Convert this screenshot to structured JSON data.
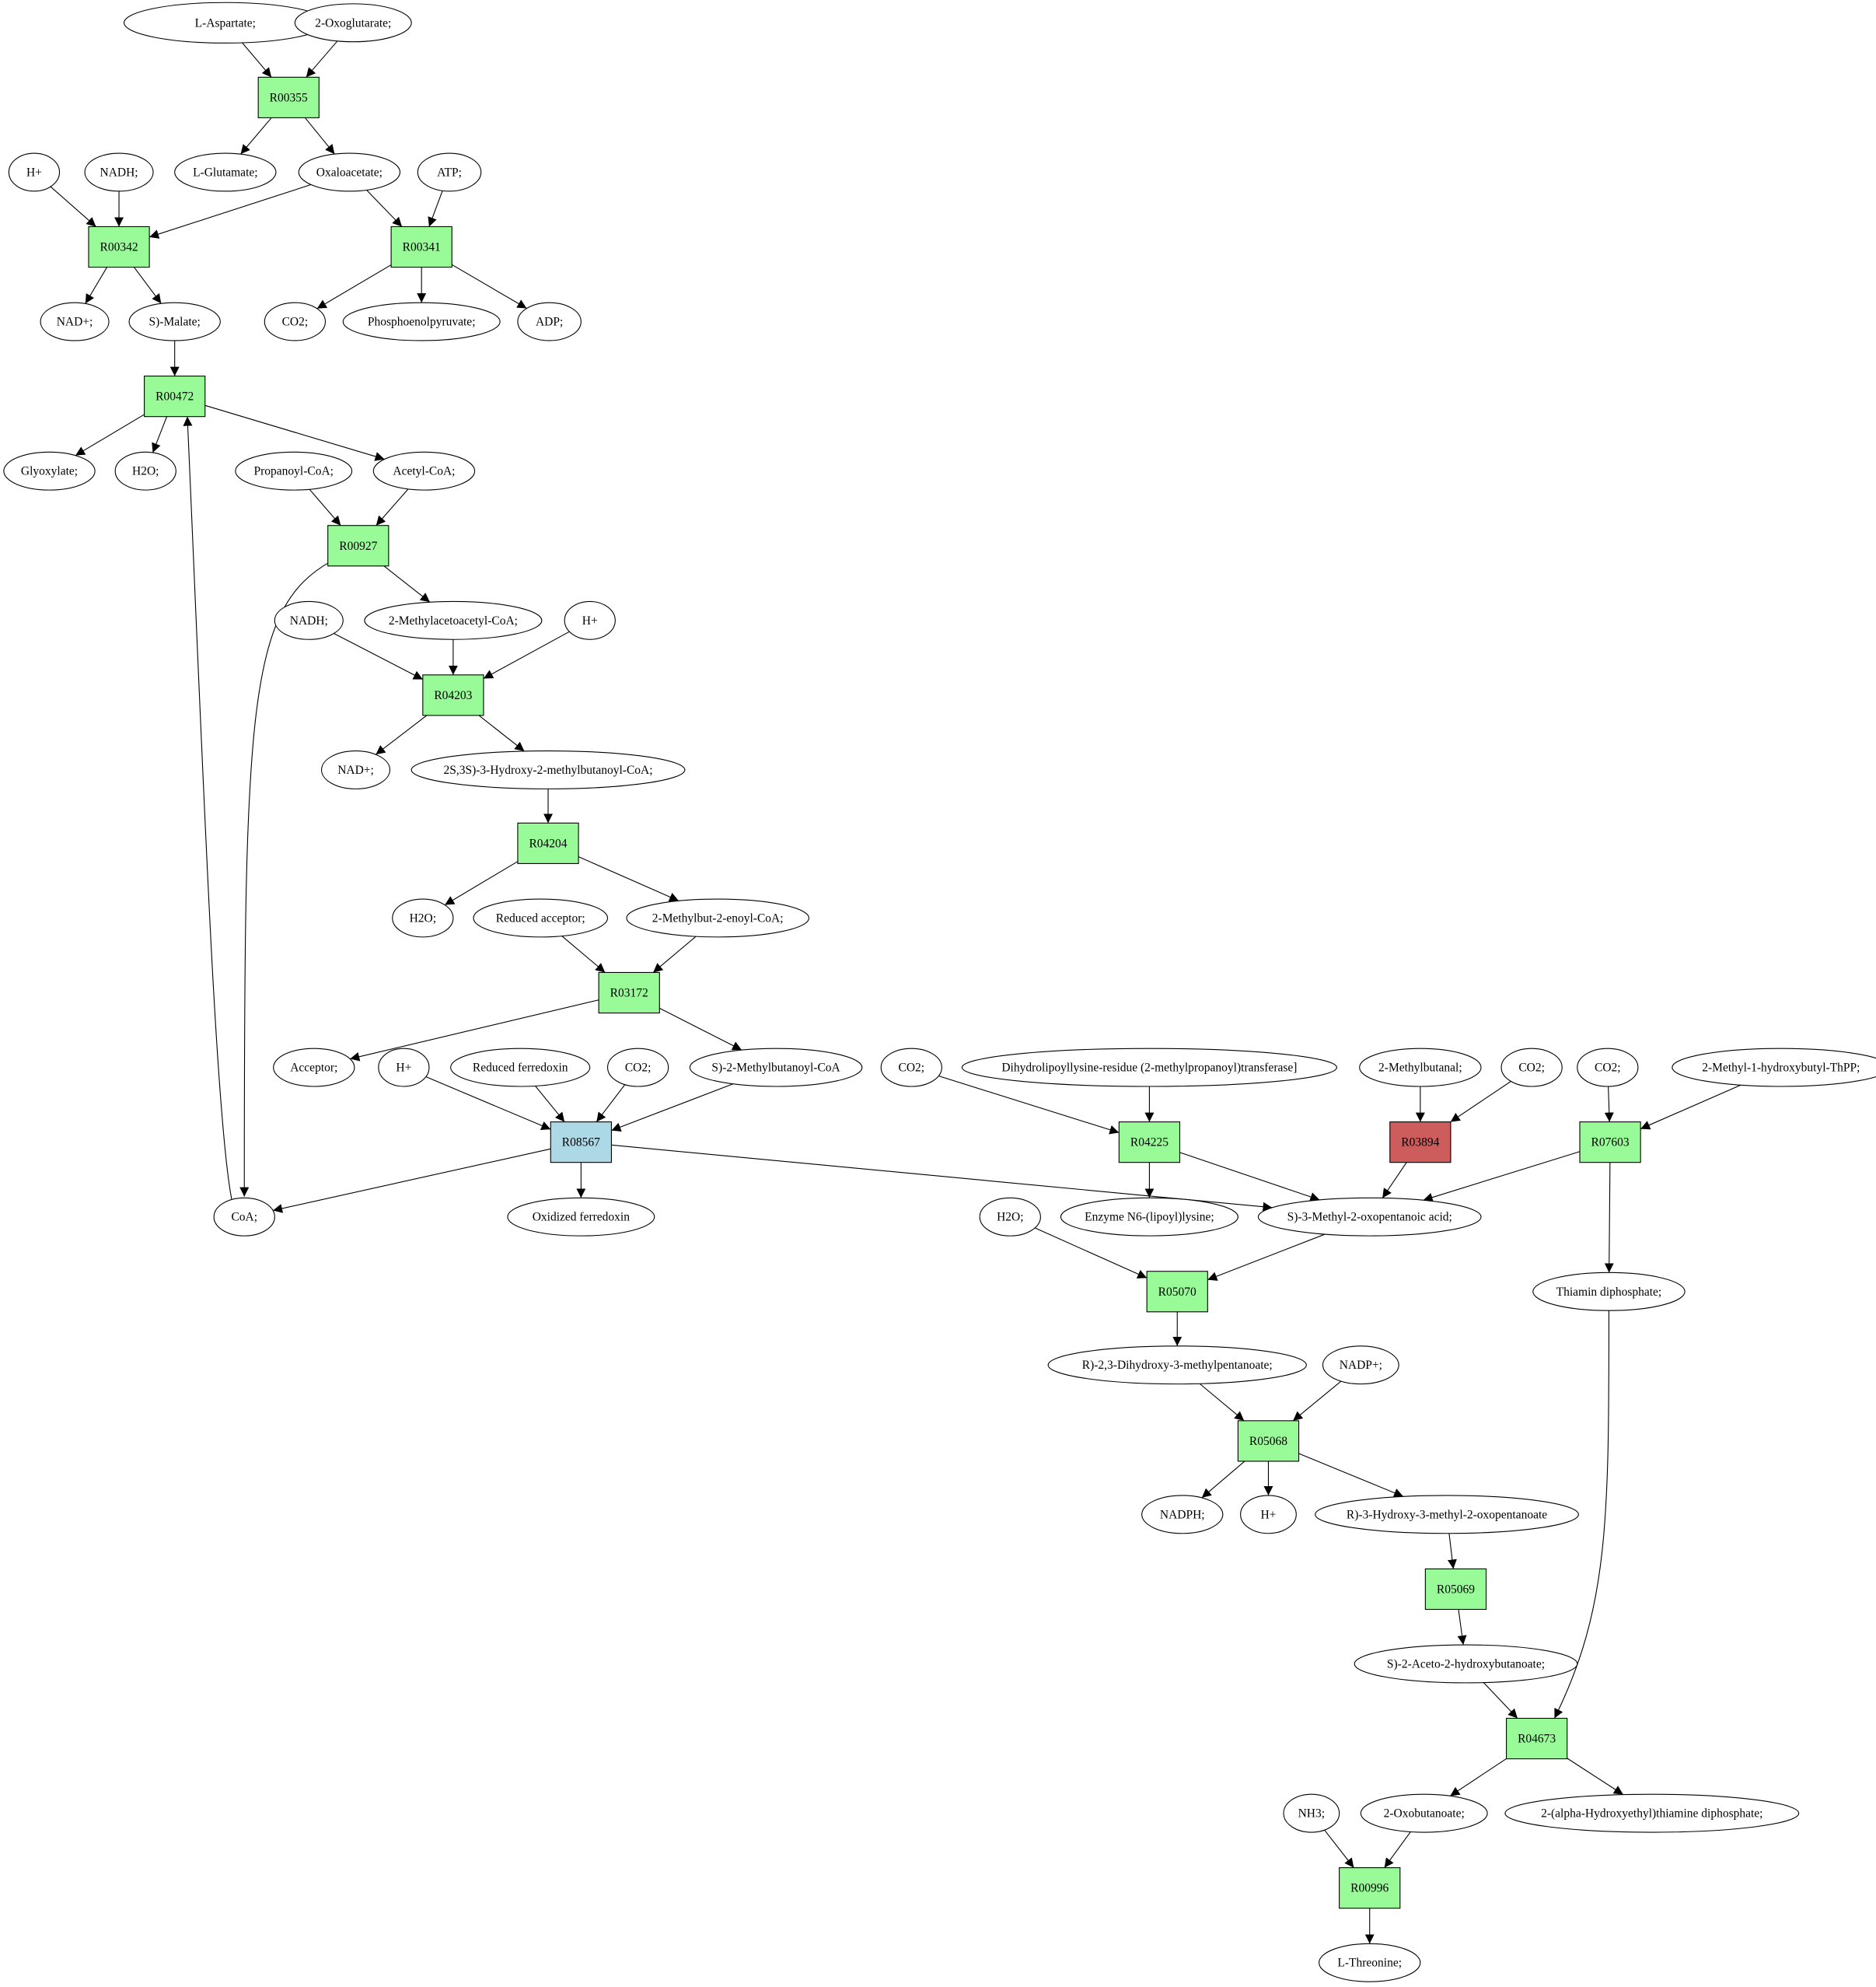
{
  "colors": {
    "reaction_default": "#98fb98",
    "reaction_blue": "#add8e6",
    "reaction_red": "#cd5c5c",
    "start_compound": "#00ff00",
    "end_compound": "#ffff00",
    "compound_default": "#ffffff"
  },
  "compounds": [
    {
      "id": "c_laspartate",
      "label": "L-Aspartate;",
      "fill": "start"
    },
    {
      "id": "c_2oxoglutarate",
      "label": "2-Oxoglutarate;"
    },
    {
      "id": "c_lglutamate",
      "label": "L-Glutamate;"
    },
    {
      "id": "c_oxaloacetate",
      "label": "Oxaloacetate;"
    },
    {
      "id": "c_h_1",
      "label": "H+"
    },
    {
      "id": "c_nadh_1",
      "label": "NADH;"
    },
    {
      "id": "c_atp",
      "label": "ATP;"
    },
    {
      "id": "c_nad_1",
      "label": "NAD+;"
    },
    {
      "id": "c_smalate",
      "label": "S)-Malate;"
    },
    {
      "id": "c_co2_1",
      "label": "CO2;"
    },
    {
      "id": "c_pep",
      "label": "Phosphoenolpyruvate;"
    },
    {
      "id": "c_adp",
      "label": "ADP;"
    },
    {
      "id": "c_glyoxylate",
      "label": "Glyoxylate;"
    },
    {
      "id": "c_h2o_1",
      "label": "H2O;"
    },
    {
      "id": "c_propanoylcoa",
      "label": "Propanoyl-CoA;"
    },
    {
      "id": "c_acetylcoa",
      "label": "Acetyl-CoA;"
    },
    {
      "id": "c_nadh_2",
      "label": "NADH;"
    },
    {
      "id": "c_2methylacetoacetylcoa",
      "label": "2-Methylacetoacetyl-CoA;"
    },
    {
      "id": "c_h_2",
      "label": "H+"
    },
    {
      "id": "c_nad_2",
      "label": "NAD+;"
    },
    {
      "id": "c_2s3s",
      "label": "2S,3S)-3-Hydroxy-2-methylbutanoyl-CoA;"
    },
    {
      "id": "c_h2o_2",
      "label": "H2O;"
    },
    {
      "id": "c_reducedacceptor",
      "label": "Reduced acceptor;"
    },
    {
      "id": "c_2methylbut2enoylcoa",
      "label": "2-Methylbut-2-enoyl-CoA;"
    },
    {
      "id": "c_acceptor",
      "label": "Acceptor;"
    },
    {
      "id": "c_h_3",
      "label": "H+"
    },
    {
      "id": "c_reducedferredoxin",
      "label": "Reduced ferredoxin"
    },
    {
      "id": "c_co2_2",
      "label": "CO2;"
    },
    {
      "id": "c_s2methylbutanoylcoa",
      "label": "S)-2-Methylbutanoyl-CoA"
    },
    {
      "id": "c_co2_3",
      "label": "CO2;"
    },
    {
      "id": "c_dihydrolipoyl",
      "label": "Dihydrolipoyllysine-residue (2-methylpropanoyl)transferase]"
    },
    {
      "id": "c_2methylbutanal",
      "label": "2-Methylbutanal;"
    },
    {
      "id": "c_co2_4",
      "label": "CO2;"
    },
    {
      "id": "c_co2_5",
      "label": "CO2;"
    },
    {
      "id": "c_2methyl1hydroxybutylthpp",
      "label": "2-Methyl-1-hydroxybutyl-ThPP;"
    },
    {
      "id": "c_coa",
      "label": "CoA;"
    },
    {
      "id": "c_oxidizedferredoxin",
      "label": "Oxidized ferredoxin"
    },
    {
      "id": "c_h2o_3",
      "label": "H2O;"
    },
    {
      "id": "c_enzymen6",
      "label": "Enzyme N6-(lipoyl)lysine;"
    },
    {
      "id": "c_s3methyl2oxo",
      "label": "S)-3-Methyl-2-oxopentanoic acid;"
    },
    {
      "id": "c_thiamindp",
      "label": "Thiamin diphosphate;"
    },
    {
      "id": "c_r23dihydroxy",
      "label": "R)-2,3-Dihydroxy-3-methylpentanoate;"
    },
    {
      "id": "c_nadp",
      "label": "NADP+;"
    },
    {
      "id": "c_nadph",
      "label": "NADPH;"
    },
    {
      "id": "c_h_4",
      "label": "H+"
    },
    {
      "id": "c_r3hydroxy",
      "label": "R)-3-Hydroxy-3-methyl-2-oxopentanoate"
    },
    {
      "id": "c_s2aceto",
      "label": "S)-2-Aceto-2-hydroxybutanoate;"
    },
    {
      "id": "c_nh3",
      "label": "NH3;"
    },
    {
      "id": "c_2oxobutanoate",
      "label": "2-Oxobutanoate;"
    },
    {
      "id": "c_2alphahydroxyethyl",
      "label": "2-(alpha-Hydroxyethyl)thiamine diphosphate;"
    },
    {
      "id": "c_lthreonine",
      "label": "L-Threonine;",
      "fill": "end"
    }
  ],
  "reactions": [
    {
      "id": "r_R00355",
      "label": "R00355"
    },
    {
      "id": "r_R00342",
      "label": "R00342"
    },
    {
      "id": "r_R00341",
      "label": "R00341"
    },
    {
      "id": "r_R00472",
      "label": "R00472"
    },
    {
      "id": "r_R00927",
      "label": "R00927"
    },
    {
      "id": "r_R04203",
      "label": "R04203"
    },
    {
      "id": "r_R04204",
      "label": "R04204"
    },
    {
      "id": "r_R03172",
      "label": "R03172"
    },
    {
      "id": "r_R08567",
      "label": "R08567",
      "fill": "blue"
    },
    {
      "id": "r_R04225",
      "label": "R04225"
    },
    {
      "id": "r_R03894",
      "label": "R03894",
      "fill": "red"
    },
    {
      "id": "r_R07603",
      "label": "R07603"
    },
    {
      "id": "r_R05070",
      "label": "R05070"
    },
    {
      "id": "r_R05068",
      "label": "R05068"
    },
    {
      "id": "r_R05069",
      "label": "R05069"
    },
    {
      "id": "r_R04673",
      "label": "R04673"
    },
    {
      "id": "r_R00996",
      "label": "R00996"
    }
  ],
  "edges": [
    [
      "c_laspartate",
      "r_R00355"
    ],
    [
      "c_2oxoglutarate",
      "r_R00355"
    ],
    [
      "r_R00355",
      "c_lglutamate"
    ],
    [
      "r_R00355",
      "c_oxaloacetate"
    ],
    [
      "c_h_1",
      "r_R00342"
    ],
    [
      "c_nadh_1",
      "r_R00342"
    ],
    [
      "c_oxaloacetate",
      "r_R00342"
    ],
    [
      "c_oxaloacetate",
      "r_R00341"
    ],
    [
      "c_atp",
      "r_R00341"
    ],
    [
      "r_R00342",
      "c_nad_1"
    ],
    [
      "r_R00342",
      "c_smalate"
    ],
    [
      "r_R00341",
      "c_co2_1"
    ],
    [
      "r_R00341",
      "c_pep"
    ],
    [
      "r_R00341",
      "c_adp"
    ],
    [
      "c_smalate",
      "r_R00472"
    ],
    [
      "c_coa",
      "r_R00472"
    ],
    [
      "r_R00472",
      "c_glyoxylate"
    ],
    [
      "r_R00472",
      "c_h2o_1"
    ],
    [
      "r_R00472",
      "c_acetylcoa"
    ],
    [
      "c_propanoylcoa",
      "r_R00927"
    ],
    [
      "c_acetylcoa",
      "r_R00927"
    ],
    [
      "r_R00927",
      "c_2methylacetoacetylcoa"
    ],
    [
      "r_R00927",
      "c_coa"
    ],
    [
      "c_nadh_2",
      "r_R04203"
    ],
    [
      "c_2methylacetoacetylcoa",
      "r_R04203"
    ],
    [
      "c_h_2",
      "r_R04203"
    ],
    [
      "r_R04203",
      "c_nad_2"
    ],
    [
      "r_R04203",
      "c_2s3s"
    ],
    [
      "c_2s3s",
      "r_R04204"
    ],
    [
      "r_R04204",
      "c_h2o_2"
    ],
    [
      "r_R04204",
      "c_2methylbut2enoylcoa"
    ],
    [
      "c_reducedacceptor",
      "r_R03172"
    ],
    [
      "c_2methylbut2enoylcoa",
      "r_R03172"
    ],
    [
      "r_R03172",
      "c_acceptor"
    ],
    [
      "r_R03172",
      "c_s2methylbutanoylcoa"
    ],
    [
      "c_h_3",
      "r_R08567"
    ],
    [
      "c_reducedferredoxin",
      "r_R08567"
    ],
    [
      "c_co2_2",
      "r_R08567"
    ],
    [
      "c_s2methylbutanoylcoa",
      "r_R08567"
    ],
    [
      "r_R08567",
      "c_coa"
    ],
    [
      "r_R08567",
      "c_oxidizedferredoxin"
    ],
    [
      "r_R08567",
      "c_s3methyl2oxo"
    ],
    [
      "c_co2_3",
      "r_R04225"
    ],
    [
      "c_dihydrolipoyl",
      "r_R04225"
    ],
    [
      "r_R04225",
      "c_enzymen6"
    ],
    [
      "r_R04225",
      "c_s3methyl2oxo"
    ],
    [
      "c_2methylbutanal",
      "r_R03894"
    ],
    [
      "c_co2_4",
      "r_R03894"
    ],
    [
      "r_R03894",
      "c_s3methyl2oxo"
    ],
    [
      "c_co2_5",
      "r_R07603"
    ],
    [
      "c_2methyl1hydroxybutylthpp",
      "r_R07603"
    ],
    [
      "r_R07603",
      "c_s3methyl2oxo"
    ],
    [
      "r_R07603",
      "c_thiamindp"
    ],
    [
      "c_h2o_3",
      "r_R05070"
    ],
    [
      "c_s3methyl2oxo",
      "r_R05070"
    ],
    [
      "r_R05070",
      "c_r23dihydroxy"
    ],
    [
      "c_r23dihydroxy",
      "r_R05068"
    ],
    [
      "c_nadp",
      "r_R05068"
    ],
    [
      "r_R05068",
      "c_nadph"
    ],
    [
      "r_R05068",
      "c_h_4"
    ],
    [
      "r_R05068",
      "c_r3hydroxy"
    ],
    [
      "c_r3hydroxy",
      "r_R05069"
    ],
    [
      "r_R05069",
      "c_s2aceto"
    ],
    [
      "c_s2aceto",
      "r_R04673"
    ],
    [
      "c_thiamindp",
      "r_R04673"
    ],
    [
      "r_R04673",
      "c_2oxobutanoate"
    ],
    [
      "r_R04673",
      "c_2alphahydroxyethyl"
    ],
    [
      "c_nh3",
      "r_R00996"
    ],
    [
      "c_2oxobutanoate",
      "r_R00996"
    ],
    [
      "r_R00996",
      "c_lthreonine"
    ]
  ]
}
